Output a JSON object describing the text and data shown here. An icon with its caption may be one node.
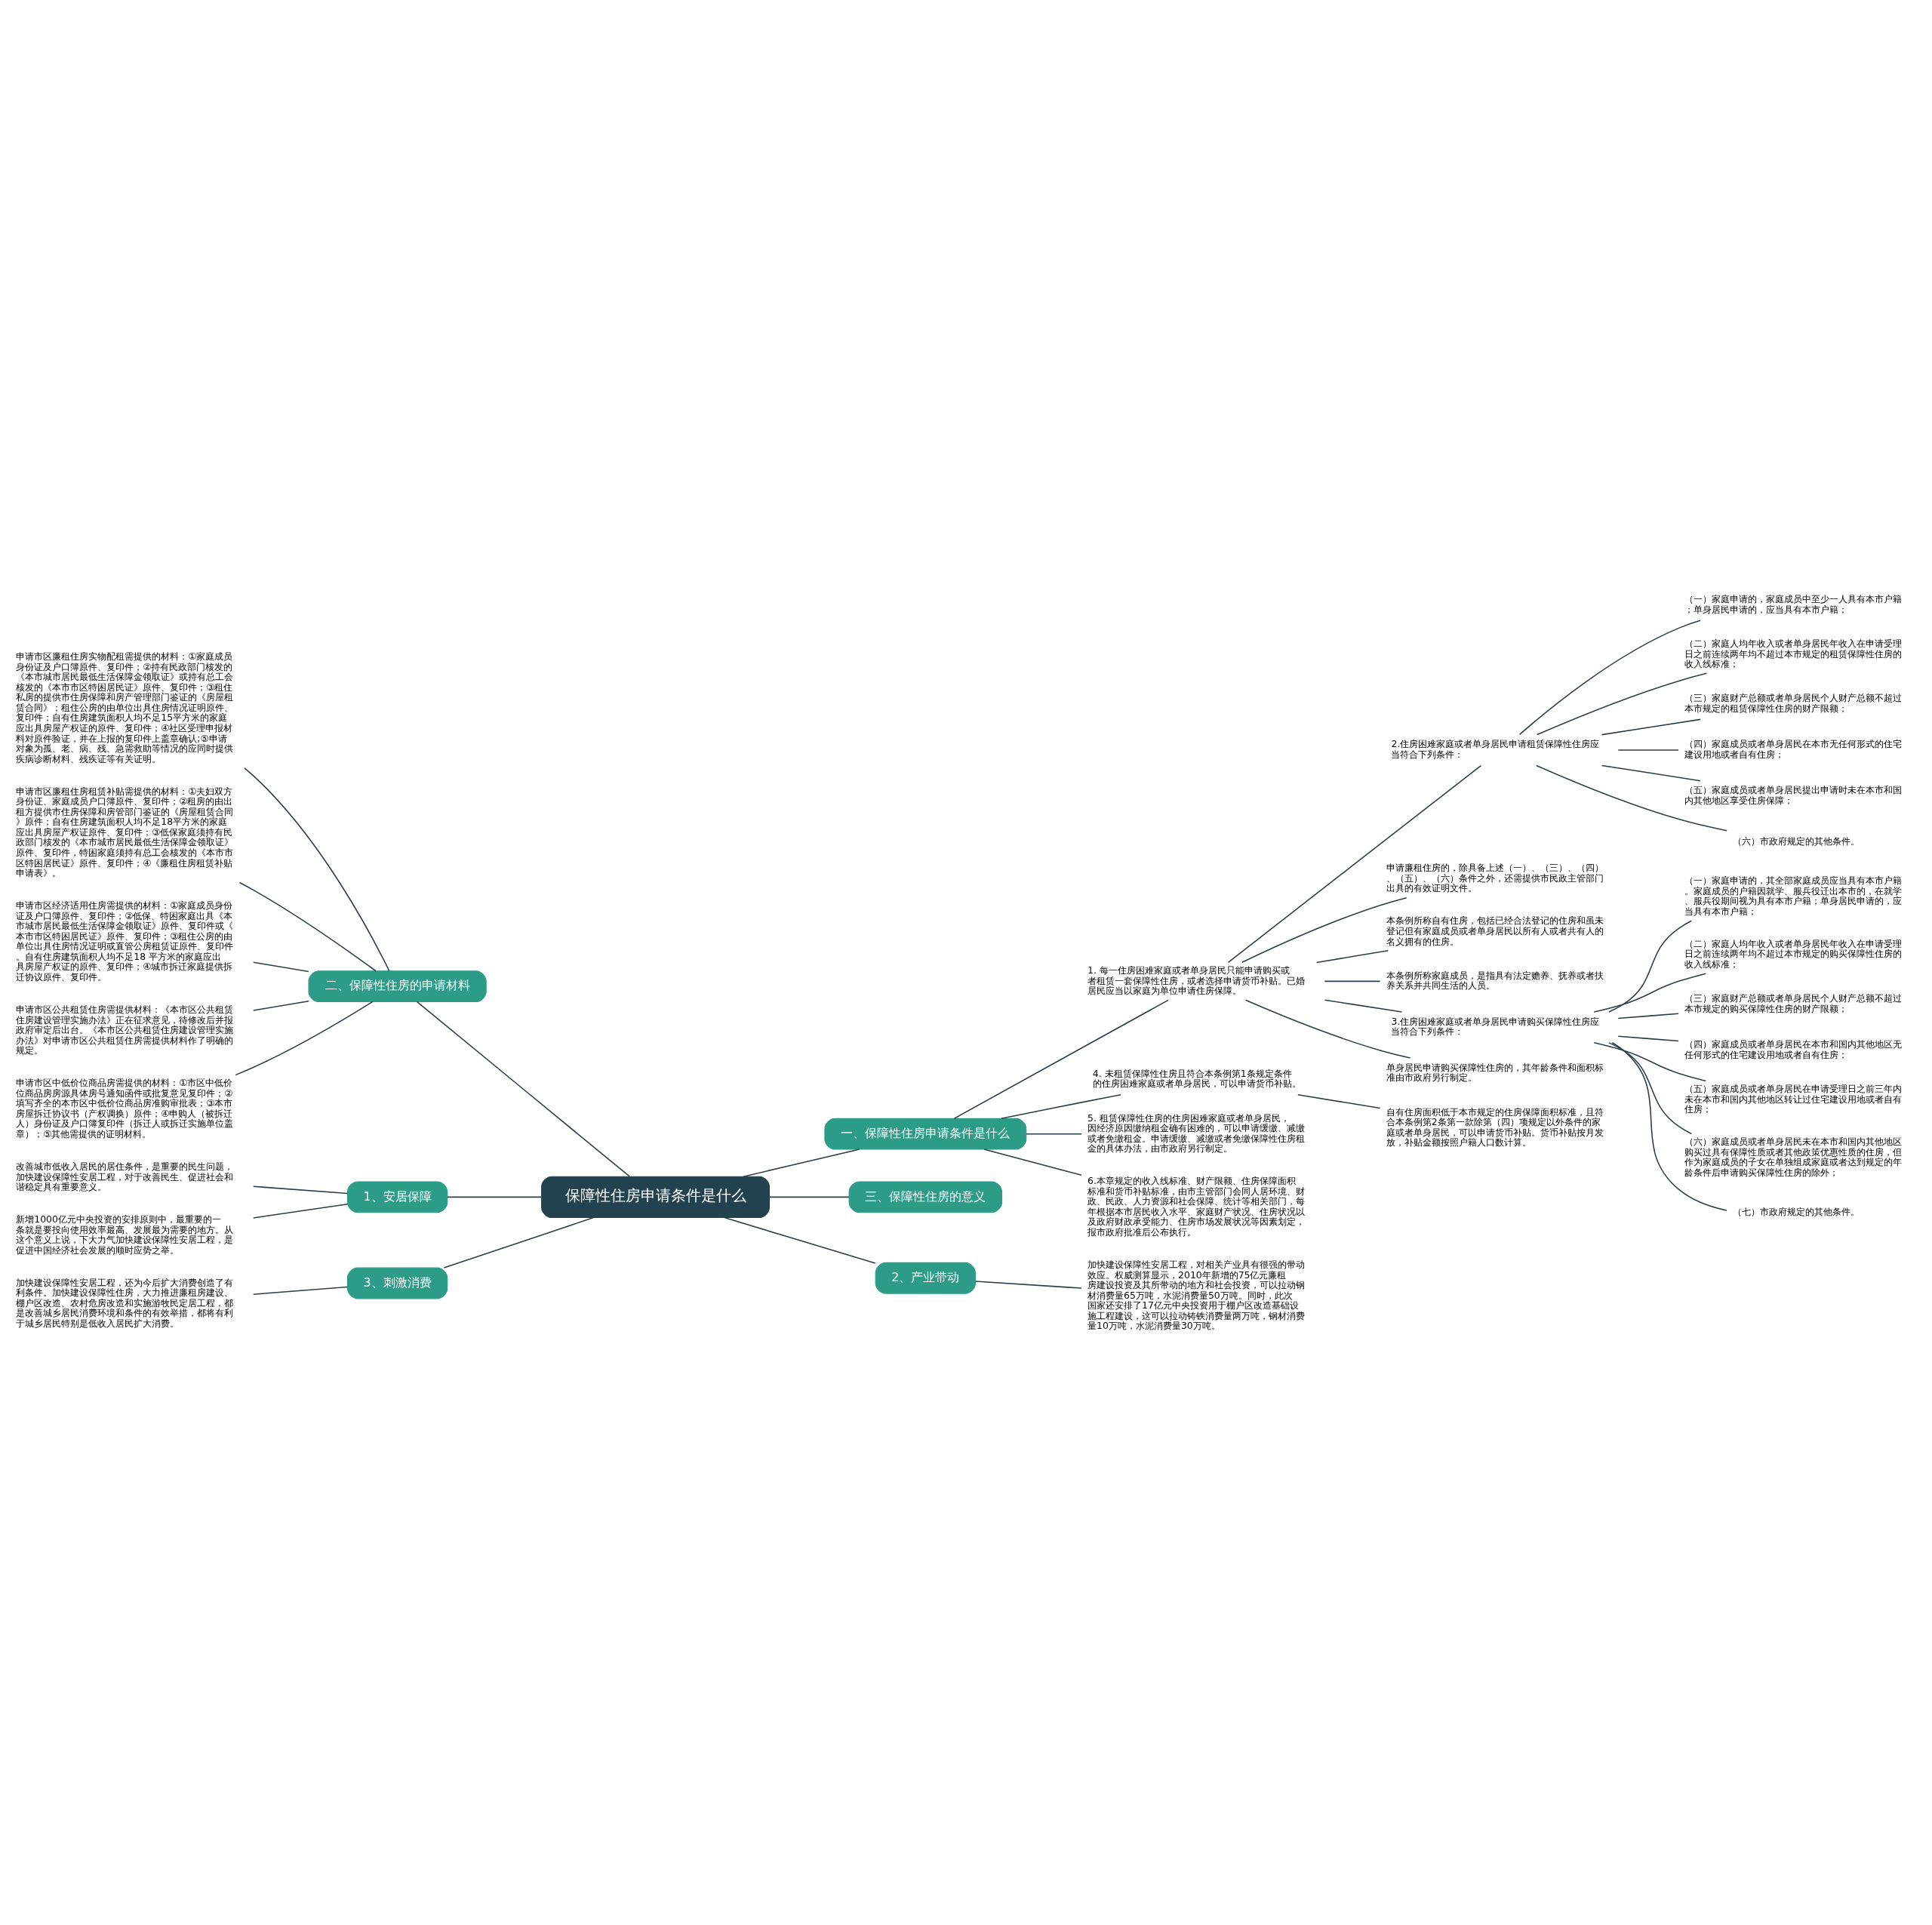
{
  "diagram": {
    "nodes": [
      {
        "text": [
          "保障性住房申请条件是什么"
        ]
      },
      {
        "text": [
          "一、保障性住房申请条件是什么"
        ]
      },
      {
        "text": [
          "1. 每一住房困难家庭或者单身居民只能申请购买或者租赁一套保障性住房，或者选择申请货币补贴。已婚居民应当以家庭为单位申请住房保障。"
        ]
      },
      {
        "text": [
          "2.住房困难家庭或者单身居民申请租赁保障性住房应当符合下列条件："
        ]
      },
      {
        "text": [
          "（一）家庭申请的，家庭成员中至少一人具有本市户籍；单身居民申请的，应当具有本市户籍；"
        ]
      },
      {
        "text": [
          "（二）家庭人均年收入或者单身居民年收入在申请受理日之前连续两年均不超过本市规定的租赁保障性住房的收入线标准；"
        ]
      },
      {
        "text": [
          "（三）家庭财产总额或者单身居民个人财产总额不超过本市规定的租赁保障性住房的财产限额；"
        ]
      },
      {
        "text": [
          "（四）家庭成员或者单身居民在本市无任何形式的住宅建设用地或者自有住房；"
        ]
      },
      {
        "text": [
          "（五）家庭成员或者单身居民提出申请时未在本市和国内其他地区享受住房保障；"
        ]
      },
      {
        "text": [
          "（六）市政府规定的其他条件。"
        ]
      },
      {
        "text": [
          "申请廉租住房的，除具备上述（一）、（三）、（四）、（五）、（六）条件之外，还需提供市民政主管部门出具的有效证明文件。"
        ]
      },
      {
        "text": [
          "本条例所称自有住房，包括已经合法登记的住房和虽未登记但有家庭成员或者单身居民以所有人或者共有人的名义拥有的住房。"
        ]
      },
      {
        "text": [
          "本条例所称家庭成员，是指具有法定赡养、抚养或者扶养关系并共同生活的人员。"
        ]
      },
      {
        "text": [
          "3.住房困难家庭或者单身居民申请购买保障性住房应当符合下列条件："
        ]
      },
      {
        "text": [
          "（一）家庭申请的，其全部家庭成员应当具有本市户籍。家庭成员的户籍因就学、服兵役迁出本市的，在就学、服兵役期间视为具有本市户籍；单身居民申请的，应当具有本市户籍；"
        ]
      },
      {
        "text": [
          "（二）家庭人均年收入或者单身居民年收入在申请受理日之前连续两年均不超过本市规定的购买保障性住房的收入线标准；"
        ]
      },
      {
        "text": [
          "（三）家庭财产总额或者单身居民个人财产总额不超过本市规定的购买保障性住房的财产限额；"
        ]
      },
      {
        "text": [
          "（四）家庭成员或者单身居民在本市和国内其他地区无任何形式的住宅建设用地或者自有住房；"
        ]
      },
      {
        "text": [
          "（五）家庭成员或者单身居民在申请受理日之前三年内未在本市和国内其他地区转让过住宅建设用地或者自有住房；"
        ]
      },
      {
        "text": [
          "（六）家庭成员或者单身居民未在本市和国内其他地区购买过具有保障性质或者其他政策优惠性质的住房，但作为家庭成员的子女在单独组成家庭或者达到规定的年龄条件后申请购买保障性住房的除外；"
        ]
      },
      {
        "text": [
          "（七）市政府规定的其他条件。"
        ]
      },
      {
        "text": [
          "单身居民申请购买保障性住房的，其年龄条件和面积标准由市政府另行制定。"
        ]
      },
      {
        "text": [
          "4. 未租赁保障性住房且符合本条例第1条规定条件的住房困难家庭或者单身居民，可以申请货币补贴。"
        ]
      },
      {
        "text": [
          "自有住房面积低于本市规定的住房保障面积标准，且符合本条例第2条第一款除第（四）项规定以外条件的家庭或者单身居民，可以申请货币补贴。货币补贴按月发放，补贴金额按照户籍人口数计算。"
        ]
      },
      {
        "text": [
          "5. 租赁保障性住房的住房困难家庭或者单身居民，因经济原因缴纳租金确有困难的，可以申请缓缴、减缴或者免缴租金。申请缓缴、减缴或者免缴保障性住房租金的具体办法，由市政府另行制定。"
        ]
      },
      {
        "text": [
          "6.本章规定的收入线标准、财产限额、住房保障面积标准和货币补贴标准，由市主管部门会同人居环境、财政、民政、人力资源和社会保障、统计等相关部门，每年根据本市居民收入水平、家庭财产状况、住房状况以及政府财政承受能力、住房市场发展状况等因素划定，报市政府批准后公布执行。"
        ]
      },
      {
        "text": [
          "二、保障性住房的申请材料"
        ]
      },
      {
        "text": [
          "申请市区廉租住房实物配租需提供的材料：①家庭成员身份证及户口簿原件、复印件；②持有民政部门核发的《本市城市居民最低生活保障金领取证》或持有总工会核发的《本市市区特困居民证》原件、复印件；③租住私房的提供市住房保障和房产管理部门鉴证的《房屋租赁合同》；租住公房的由单位出具住房情况证明原件、复印件；自有住房建筑面积人均不足15平方米的家庭应出具房屋产权证的原件、复印件；④社区受理申报材料对原件验证，并在上报的复印件上盖章确认;⑤申请对象为孤、老、病、残、急需救助等情况的应同时提供疾病诊断材料、残疾证等有关证明。"
        ]
      },
      {
        "text": [
          "申请市区廉租住房租赁补贴需提供的材料：①夫妇双方身份证、家庭成员户口簿原件、复印件；②租房的由出租方提供市住房保障和房管部门鉴证的《房屋租赁合同》原件；自有住房建筑面积人均不足18平方米的家庭应出具房屋产权证原件、复印件；③低保家庭须持有民政部门核发的《本市城市居民最低生活保障金领取证》原件、复印件，特困家庭须持有总工会核发的《本市市区特困居民证》原件、复印件；④《廉租住房租赁补贴申请表》。"
        ]
      },
      {
        "text": [
          "申请市区经济适用住房需提供的材料：①家庭成员身份证及户口簿原件、复印件；②低保、特困家庭出具《本市城市居民最低生活保障金领取证》原件、复印件或《本市市区特困居民证》原件、复印件；③租住公房的由单位出具住房情况证明或直管公房租赁证原件、复印件。自有住房建筑面积人均不足18 平方米的家庭应出具房屋产权证的原件、复印件；④城市拆迁家庭提供拆迁协议原件、复印件。"
        ]
      },
      {
        "text": [
          "申请市区公共租赁住房需提供材料：《本市区公共租赁住房建设管理实施办法》正在征求意见，待修改后并报政府审定后出台。《本市区公共租赁住房建设管理实施办法》对申请市区公共租赁住房需提供材料作了明确的规定。"
        ]
      },
      {
        "text": [
          "申请市区中低价位商品房需提供的材料：①市区中低价位商品房房源具体房号通知函件或批复意见复印件；②填写齐全的本市区中低价位商品房准购审批表；③本市房屋拆迁协议书（产权调换）原件；④申购人（被拆迁人）身份证及户口簿复印件（拆迁人或拆迁实施单位盖章）；⑤其他需提供的证明材料。"
        ]
      },
      {
        "text": [
          "1、安居保障"
        ]
      },
      {
        "text": [
          "改善城市低收入居民的居住条件，是重要的民生问题，加快建设保障性安居工程，对于改善民生、促进社会和谐稳定具有重要意义。"
        ]
      },
      {
        "text": [
          "新增1000亿元中央投资的安排原则中，最重要的一条就是要投向使用效率最高、发展最为需要的地方。从这个意义上说，下大力气加快建设保障性安居工程，是促进中国经济社会发展的顺时应势之举。"
        ]
      },
      {
        "text": [
          "3、刺激消费"
        ]
      },
      {
        "text": [
          "加快建设保障性安居工程，还为今后扩大消费创造了有利条件。加快建设保障性住房，大力推进廉租房建设、棚户区改造、农村危房改造和实施游牧民定居工程，都是改善城乡居民消费环境和条件的有效举措，都将有利于城乡居民特别是低收入居民扩大消费。"
        ]
      },
      {
        "text": [
          "三、保障性住房的意义"
        ]
      },
      {
        "text": [
          "2、产业带动"
        ]
      },
      {
        "text": [
          "加快建设保障性安居工程，对相关产业具有很强的带动效应。权威测算显示，2010年新增的75亿元廉租房建设投资及其所带动的地方和社会投资，可以拉动钢材消费量65万吨，水泥消费量50万吨。同时，此次国家还安排了17亿元中央投资用于棚户区改造基础设施工程建设，这可以拉动铸铁消费量两万吨，钢材消费量10万吨，水泥消费量30万吨。"
        ]
      }
    ],
    "edges": [
      {
        "from": 0,
        "to": 1,
        "arrow": "none"
      },
      {
        "from": 1,
        "to": 2,
        "arrow": "none"
      },
      {
        "from": 2,
        "to": 3,
        "arrow": "none"
      },
      {
        "from": 3,
        "to": 4,
        "arrow": "none"
      },
      {
        "from": 3,
        "to": 5,
        "arrow": "none"
      },
      {
        "from": 3,
        "to": 6,
        "arrow": "none"
      },
      {
        "from": 3,
        "to": 7,
        "arrow": "none"
      },
      {
        "from": 3,
        "to": 8,
        "arrow": "none"
      },
      {
        "from": 3,
        "to": 9,
        "arrow": "none"
      },
      {
        "from": 2,
        "to": 10,
        "arrow": "none"
      },
      {
        "from": 2,
        "to": 11,
        "arrow": "none"
      },
      {
        "from": 2,
        "to": 12,
        "arrow": "none"
      },
      {
        "from": 2,
        "to": 13,
        "arrow": "none"
      },
      {
        "from": 13,
        "to": 14,
        "arrow": "none"
      },
      {
        "from": 13,
        "to": 15,
        "arrow": "none"
      },
      {
        "from": 13,
        "to": 16,
        "arrow": "none"
      },
      {
        "from": 13,
        "to": 17,
        "arrow": "none"
      },
      {
        "from": 13,
        "to": 18,
        "arrow": "none"
      },
      {
        "from": 13,
        "to": 19,
        "arrow": "none"
      },
      {
        "from": 13,
        "to": 20,
        "arrow": "none"
      },
      {
        "from": 2,
        "to": 21,
        "arrow": "none"
      },
      {
        "from": 1,
        "to": 22,
        "arrow": "none"
      },
      {
        "from": 22,
        "to": 23,
        "arrow": "none"
      },
      {
        "from": 1,
        "to": 24,
        "arrow": "none"
      },
      {
        "from": 1,
        "to": 25,
        "arrow": "none"
      },
      {
        "from": 0,
        "to": 26,
        "arrow": "none"
      },
      {
        "from": 26,
        "to": 27,
        "arrow": "none"
      },
      {
        "from": 26,
        "to": 28,
        "arrow": "none"
      },
      {
        "from": 26,
        "to": 29,
        "arrow": "none"
      },
      {
        "from": 26,
        "to": 30,
        "arrow": "none"
      },
      {
        "from": 26,
        "to": 31,
        "arrow": "none"
      },
      {
        "from": 0,
        "to": 32,
        "arrow": "none"
      },
      {
        "from": 32,
        "to": 33,
        "arrow": "none"
      },
      {
        "from": 32,
        "to": 34,
        "arrow": "none"
      },
      {
        "from": 0,
        "to": 35,
        "arrow": "none"
      },
      {
        "from": 35,
        "to": 36,
        "arrow": "none"
      },
      {
        "from": 0,
        "to": 37,
        "arrow": "none"
      },
      {
        "from": 0,
        "to": 38,
        "arrow": "none"
      },
      {
        "from": 38,
        "to": 39,
        "arrow": "none"
      }
    ]
  }
}
